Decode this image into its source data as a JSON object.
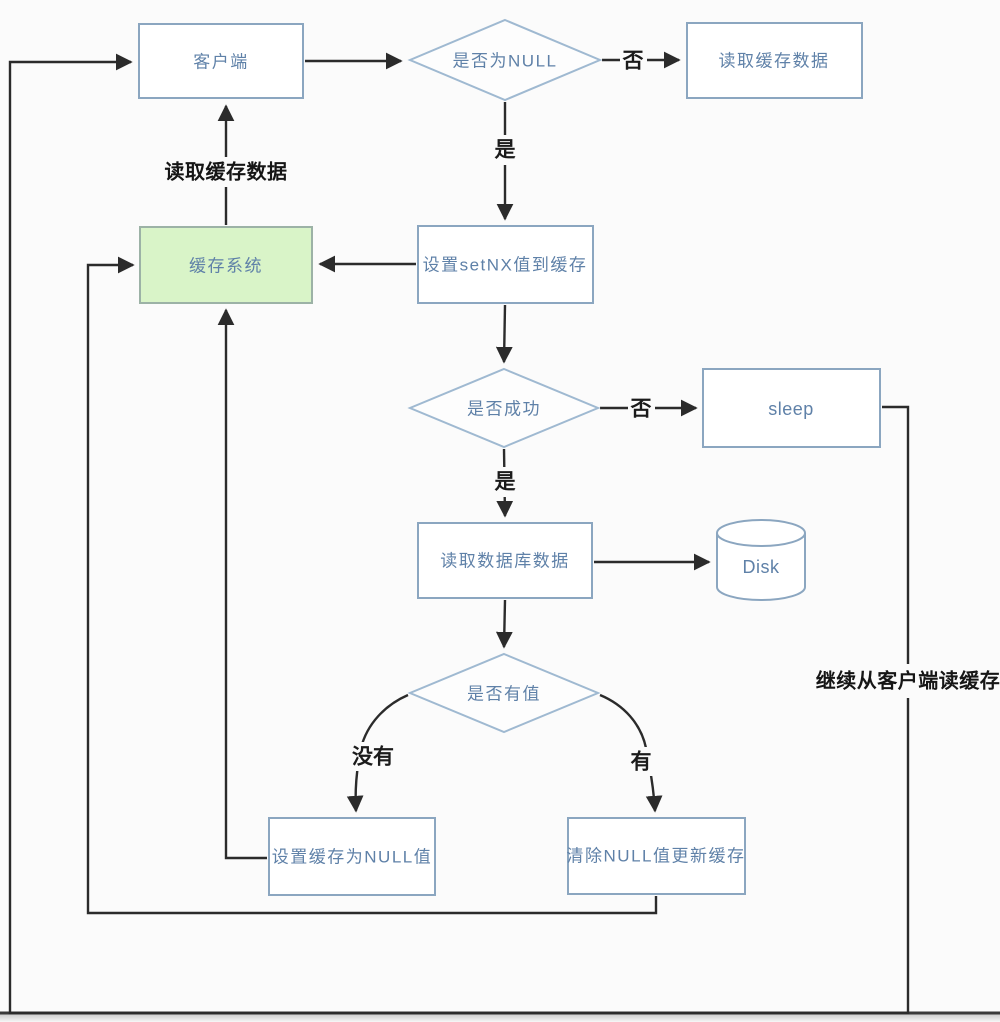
{
  "colors": {
    "node_border": "#8ba6c0",
    "node_fill": "#ffffff",
    "node_text": "#5f81a8",
    "diamond_border": "#9fb9d1",
    "cache_fill": "#d9f4c8",
    "cache_border": "#9cb2a6",
    "line": "#2b2b2b",
    "edge_label_text": "#1b1b1b",
    "background": "#fbfbfb"
  },
  "nodes": {
    "client": {
      "label": "客户端",
      "type": "box"
    },
    "check_null": {
      "label": "是否为NULL",
      "type": "diamond"
    },
    "read_cache": {
      "label": "读取缓存数据",
      "type": "box"
    },
    "cache_system": {
      "label": "缓存系统",
      "type": "box-green"
    },
    "set_setnx": {
      "label": "设置setNX值到缓存",
      "type": "box"
    },
    "check_success": {
      "label": "是否成功",
      "type": "diamond"
    },
    "sleep": {
      "label": "sleep",
      "type": "box"
    },
    "read_db": {
      "label": "读取数据库数据",
      "type": "box"
    },
    "disk": {
      "label": "Disk",
      "type": "cylinder"
    },
    "check_value": {
      "label": "是否有值",
      "type": "diamond"
    },
    "set_null": {
      "label": "设置缓存为NULL值",
      "type": "box"
    },
    "clear_null": {
      "label": "清除NULL值更新缓存",
      "type": "box"
    }
  },
  "edge_labels": {
    "null_no": "否",
    "null_yes": "是",
    "success_no": "否",
    "success_yes": "是",
    "value_none": "没有",
    "value_has": "有",
    "read_cache_data": "读取缓存数据",
    "continue_read_cache": "继续从客户端读缓存"
  }
}
